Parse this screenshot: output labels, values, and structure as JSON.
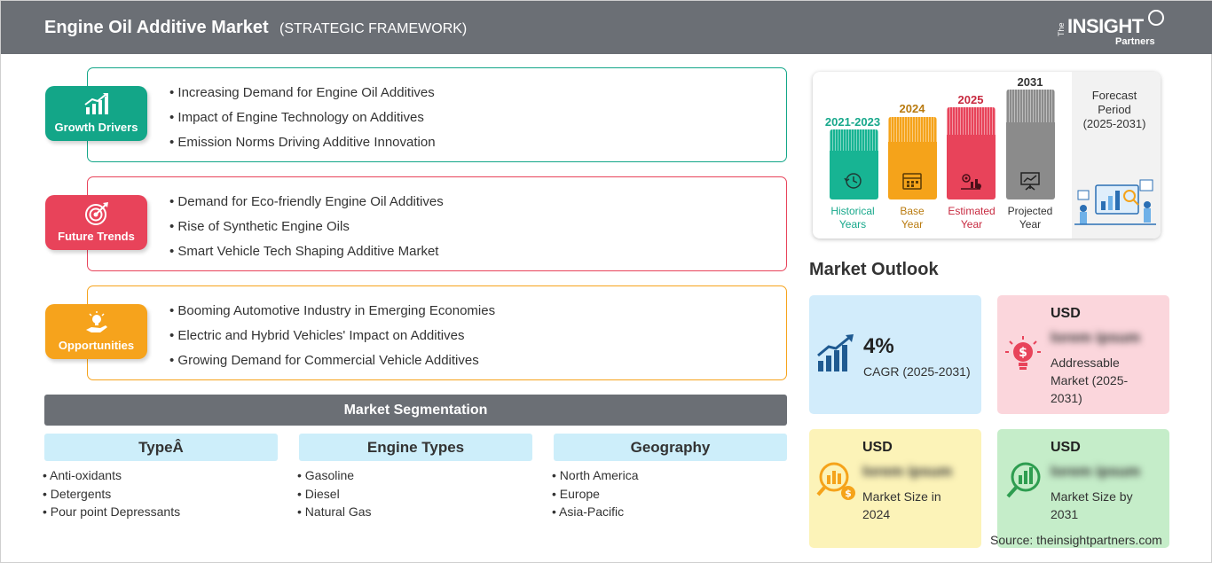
{
  "header": {
    "title": "Engine Oil Additive Market",
    "subtitle": "(STRATEGIC FRAMEWORK)",
    "logo_the": "The",
    "logo_insight": "INSIGHT",
    "logo_partners": "Partners"
  },
  "colors": {
    "growth": "#13a688",
    "trends": "#e8435a",
    "opportunities": "#f6a31c",
    "header_bg": "#6b6f75",
    "historical": "#17b493",
    "base": "#f5a31a",
    "estimated": "#e8435a",
    "projected": "#8b8b8b"
  },
  "panels": [
    {
      "label": "Growth Drivers",
      "icon": "bar-chart-growth-icon",
      "items": [
        "Increasing Demand for Engine Oil Additives",
        "Impact of Engine Technology on Additives",
        "Emission Norms Driving Additive Innovation"
      ]
    },
    {
      "label": "Future Trends",
      "icon": "target-icon",
      "items": [
        "Demand for Eco-friendly Engine Oil Additives",
        "Rise of Synthetic Engine Oils",
        "Smart Vehicle Tech Shaping Additive Market"
      ]
    },
    {
      "label": "Opportunities",
      "icon": "lightbulb-hand-icon",
      "items": [
        "Booming Automotive Industry in Emerging Economies",
        "Electric and Hybrid Vehicles' Impact on Additives",
        "Growing Demand for Commercial Vehicle Additives"
      ]
    }
  ],
  "segmentation": {
    "title": "Market Segmentation",
    "columns": [
      {
        "heading": "TypeÂ",
        "items": [
          "Anti-oxidants",
          "Detergents",
          "Pour point Depressants"
        ]
      },
      {
        "heading": "Engine Types",
        "items": [
          "Gasoline",
          "Diesel",
          "Natural Gas"
        ]
      },
      {
        "heading": "Geography",
        "items": [
          "North America",
          "Europe",
          "Asia-Pacific"
        ]
      }
    ]
  },
  "timeline": {
    "bars": [
      {
        "year": "2021-2023",
        "caption": [
          "Historical",
          "Years"
        ],
        "icon": "history-clock-icon"
      },
      {
        "year": "2024",
        "caption": [
          "Base",
          "Year"
        ],
        "icon": "calendar-icon"
      },
      {
        "year": "2025",
        "caption": [
          "Estimated",
          "Year"
        ],
        "icon": "gears-chart-icon"
      },
      {
        "year": "2031",
        "caption": [
          "Projected",
          "Year"
        ],
        "icon": "presentation-board-icon"
      }
    ],
    "forecast_title": "Forecast Period",
    "forecast_range": "(2025-2031)"
  },
  "outlook": {
    "title": "Market Outlook",
    "cagr": {
      "value": "4%",
      "label": "CAGR (2025-2031)"
    },
    "addressable": {
      "currency": "USD",
      "value": "lorem ipsum",
      "label": "Addressable Market (2025-2031)"
    },
    "size_2024": {
      "currency": "USD",
      "value": "lorem ipsum",
      "label": "Market Size in 2024"
    },
    "size_2031": {
      "currency": "USD",
      "value": "lorem ipsum",
      "label": "Market Size by 2031"
    }
  },
  "source": "Source: theinsightpartners.com"
}
